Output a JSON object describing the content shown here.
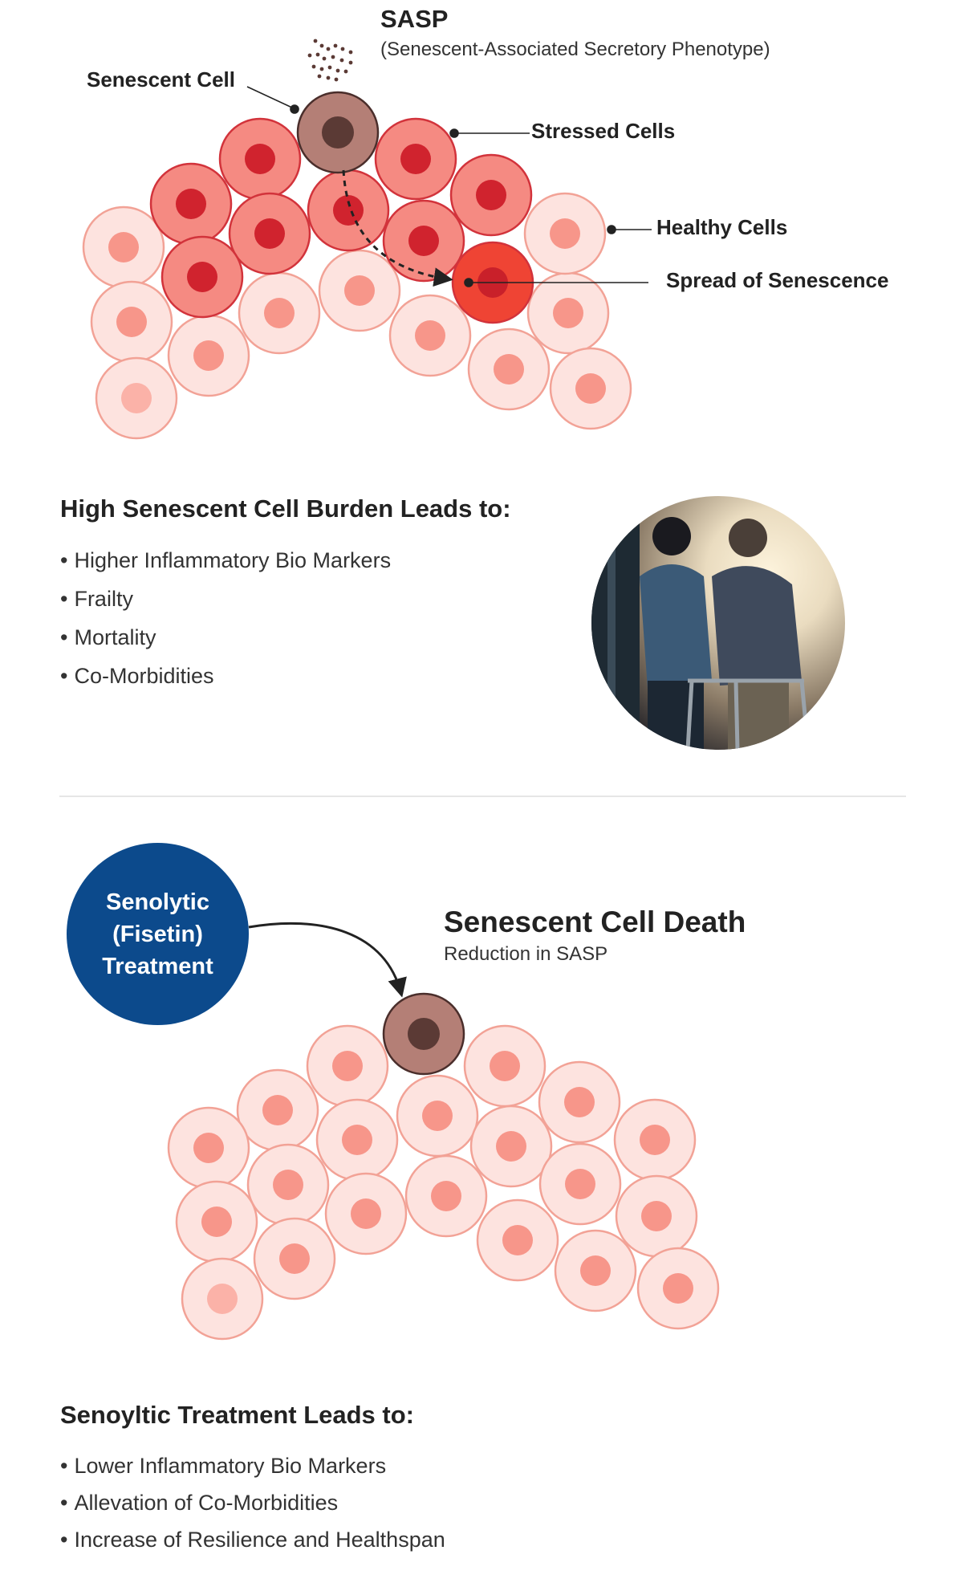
{
  "top_diagram": {
    "sasp_title": "SASP",
    "sasp_subtitle": "(Senescent-Associated Secretory Phenotype)",
    "labels": {
      "senescent_cell": "Senescent Cell",
      "stressed_cells": "Stressed Cells",
      "healthy_cells": "Healthy Cells",
      "spread": "Spread of Senescence"
    }
  },
  "burden": {
    "heading": "High Senescent Cell Burden Leads to:",
    "items": [
      "Higher Inflammatory Bio Markers",
      "Frailty",
      "Mortality",
      "Co-Morbidities"
    ]
  },
  "treatment": {
    "label": "Senolytic (Fisetin) Treatment",
    "death_title": "Senescent Cell Death",
    "death_subtitle": "Reduction in SASP"
  },
  "outcome": {
    "heading": "Senoyltic Treatment Leads to:",
    "items": [
      "Lower Inflammatory Bio Markers",
      "Allevation of Co-Morbidities",
      "Increase of Resilience and Healthspan"
    ]
  },
  "colors": {
    "healthy_fill": "#fde3df",
    "healthy_stroke": "#f2a296",
    "healthy_nucleus": "#f7968a",
    "stressed_fill": "#f58a82",
    "stressed_stroke": "#d2333b",
    "stressed_nucleus": "#d0232e",
    "senescent_fill": "#b47f76",
    "senescent_nucleus": "#5b3a35",
    "spread_fill": "#ef4434",
    "treatment_blue": "#0c4a8c"
  }
}
